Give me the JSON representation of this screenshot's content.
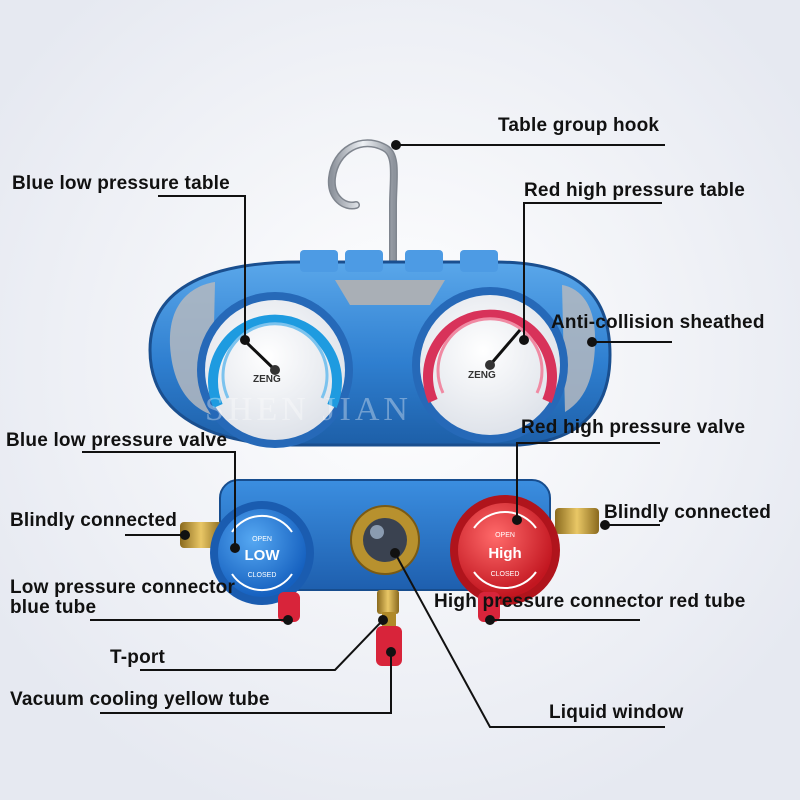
{
  "labels": {
    "table_group_hook": "Table group hook",
    "blue_low_pressure_table": "Blue low pressure table",
    "red_high_pressure_table": "Red high pressure table",
    "anti_collision_sheathed": "Anti-collision sheathed",
    "blue_low_pressure_valve": "Blue low pressure valve",
    "red_high_pressure_valve": "Red high pressure valve",
    "blindly_connected_left": "Blindly connected",
    "blindly_connected_right": "Blindly connected",
    "low_pressure_connector": "Low pressure connector blue tube",
    "high_pressure_connector": "High pressure connector red tube",
    "t_port": "T-port",
    "vacuum_cooling_yellow_tube": "Vacuum cooling yellow tube",
    "liquid_window": "Liquid window"
  },
  "device": {
    "left_knob_text": "LOW",
    "left_knob_open": "OPEN",
    "left_knob_closed": "CLOSED",
    "right_knob_text": "High",
    "right_knob_open": "OPEN",
    "right_knob_closed": "CLOSED",
    "gauge_brand": "ZENG",
    "watermark": "SHEN JIAN"
  },
  "colors": {
    "body_blue": "#2f7fd0",
    "knob_blue": "#1f78d8",
    "knob_red": "#e52630",
    "brass": "#c9a23a",
    "gauge_blue_arc": "#1e9be0",
    "gauge_red_arc": "#d8325a"
  }
}
